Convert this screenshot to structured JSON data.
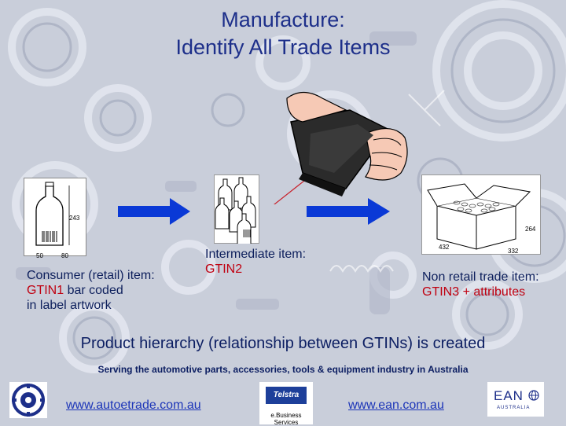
{
  "title": {
    "line1": "Manufacture:",
    "line2": "Identify All Trade Items"
  },
  "consumer": {
    "line1": "Consumer (retail) item:",
    "line2_code": "GTIN1",
    "line2_rest": " bar coded",
    "line3": "in label artwork",
    "dims": {
      "height": "243",
      "width": "80",
      "depth": "50"
    }
  },
  "intermediate": {
    "line1": "Intermediate item:",
    "line2": "GTIN2"
  },
  "non_retail": {
    "line1": "Non retail trade item:",
    "line2": "GTIN3 + attributes",
    "dims": {
      "height": "264",
      "length": "432",
      "width": "332"
    }
  },
  "hierarchy_text": "Product hierarchy (relationship between GTINs) is created",
  "serving_text": "Serving the automotive parts, accessories, tools & equipment industry in Australia",
  "footer": {
    "url_left": "www.autoetrade.com.au",
    "url_right": "www.ean.com.au",
    "telstra_logo": "Telstra",
    "telstra_sub": "e.Business Services",
    "ean_logo": "EAN",
    "ean_sub": "AUSTRALIA"
  },
  "colors": {
    "title": "#1d2f8a",
    "gtin_red": "#c00010",
    "arrow_blue": "#0a39d6",
    "link": "#1c35b8"
  }
}
